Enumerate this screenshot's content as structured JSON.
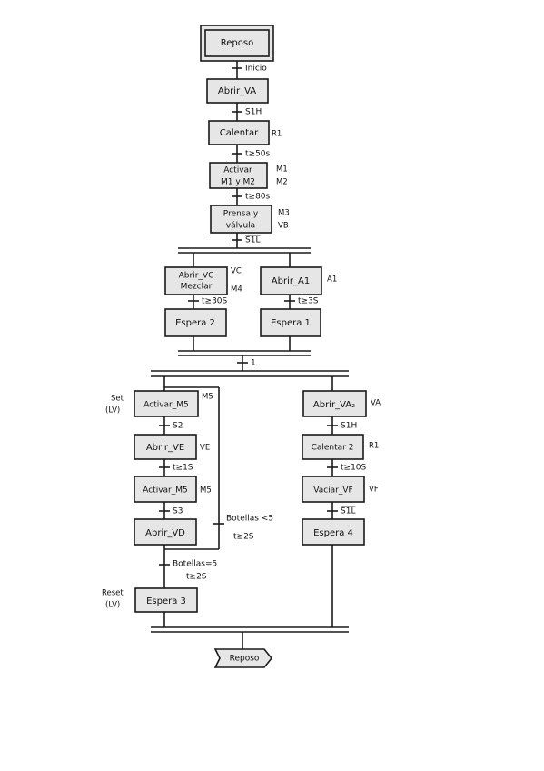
{
  "steps": {
    "reposo": "Reposo",
    "abrir_va": "Abrir_VA",
    "calentar": "Calentar",
    "activar_l1": "Activar",
    "activar_l2": "M1 y M2",
    "prensa_l1": "Prensa y",
    "prensa_l2": "válvula",
    "abrir_vc_l1": "Abrir_VC",
    "abrir_vc_l2": "Mezclar",
    "abrir_a1": "Abrir_A1",
    "espera2": "Espera 2",
    "espera1": "Espera 1",
    "activar_m5_a": "Activar_M5",
    "abrir_ve": "Abrir_VE",
    "activar_m5_b": "Activar_M5",
    "abrir_vd": "Abrir_VD",
    "espera3": "Espera 3",
    "abrir_va2": "Abrir_VA₂",
    "calentar2": "Calentar 2",
    "vaciar_vf": "Vaciar_VF",
    "espera4": "Espera 4",
    "reposo_end": "Reposo"
  },
  "actions": {
    "calentar": "R1",
    "activar_a": "M1",
    "activar_b": "M2",
    "prensa_a": "M3",
    "prensa_b": "VB",
    "abrir_vc_a": "VC",
    "abrir_vc_b": "M4",
    "abrir_a1": "A1",
    "activar_m5_a": "M5",
    "abrir_ve": "VE",
    "activar_m5_b": "M5",
    "abrir_va2": "VA",
    "calentar2": "R1",
    "vaciar_vf": "VF"
  },
  "transitions": {
    "t_inicio": "Inicio",
    "t_s1h": "S1H",
    "t_50s": "t≥50s",
    "t_80s": "t≥80s",
    "t_s1l": "S1L",
    "t_30s": "t≥30S",
    "t_3s": "t≥3S",
    "t_one": "1",
    "t_s2": "S2",
    "t_1s": "t≥1S",
    "t_s3": "S3",
    "t_bot_lt_l1": "Botellas <5",
    "t_bot_lt_l2": "t≥2S",
    "t_bot_eq_l1": "Botellas=5",
    "t_bot_eq_l2": "t≥2S",
    "t_s1h_b": "S1H",
    "t_10s": "t≥10S",
    "t_s1l_b": "S1L"
  },
  "notes": {
    "set_l1": "Set",
    "set_l2": "(LV)",
    "reset_l1": "Reset",
    "reset_l2": "(LV)"
  }
}
